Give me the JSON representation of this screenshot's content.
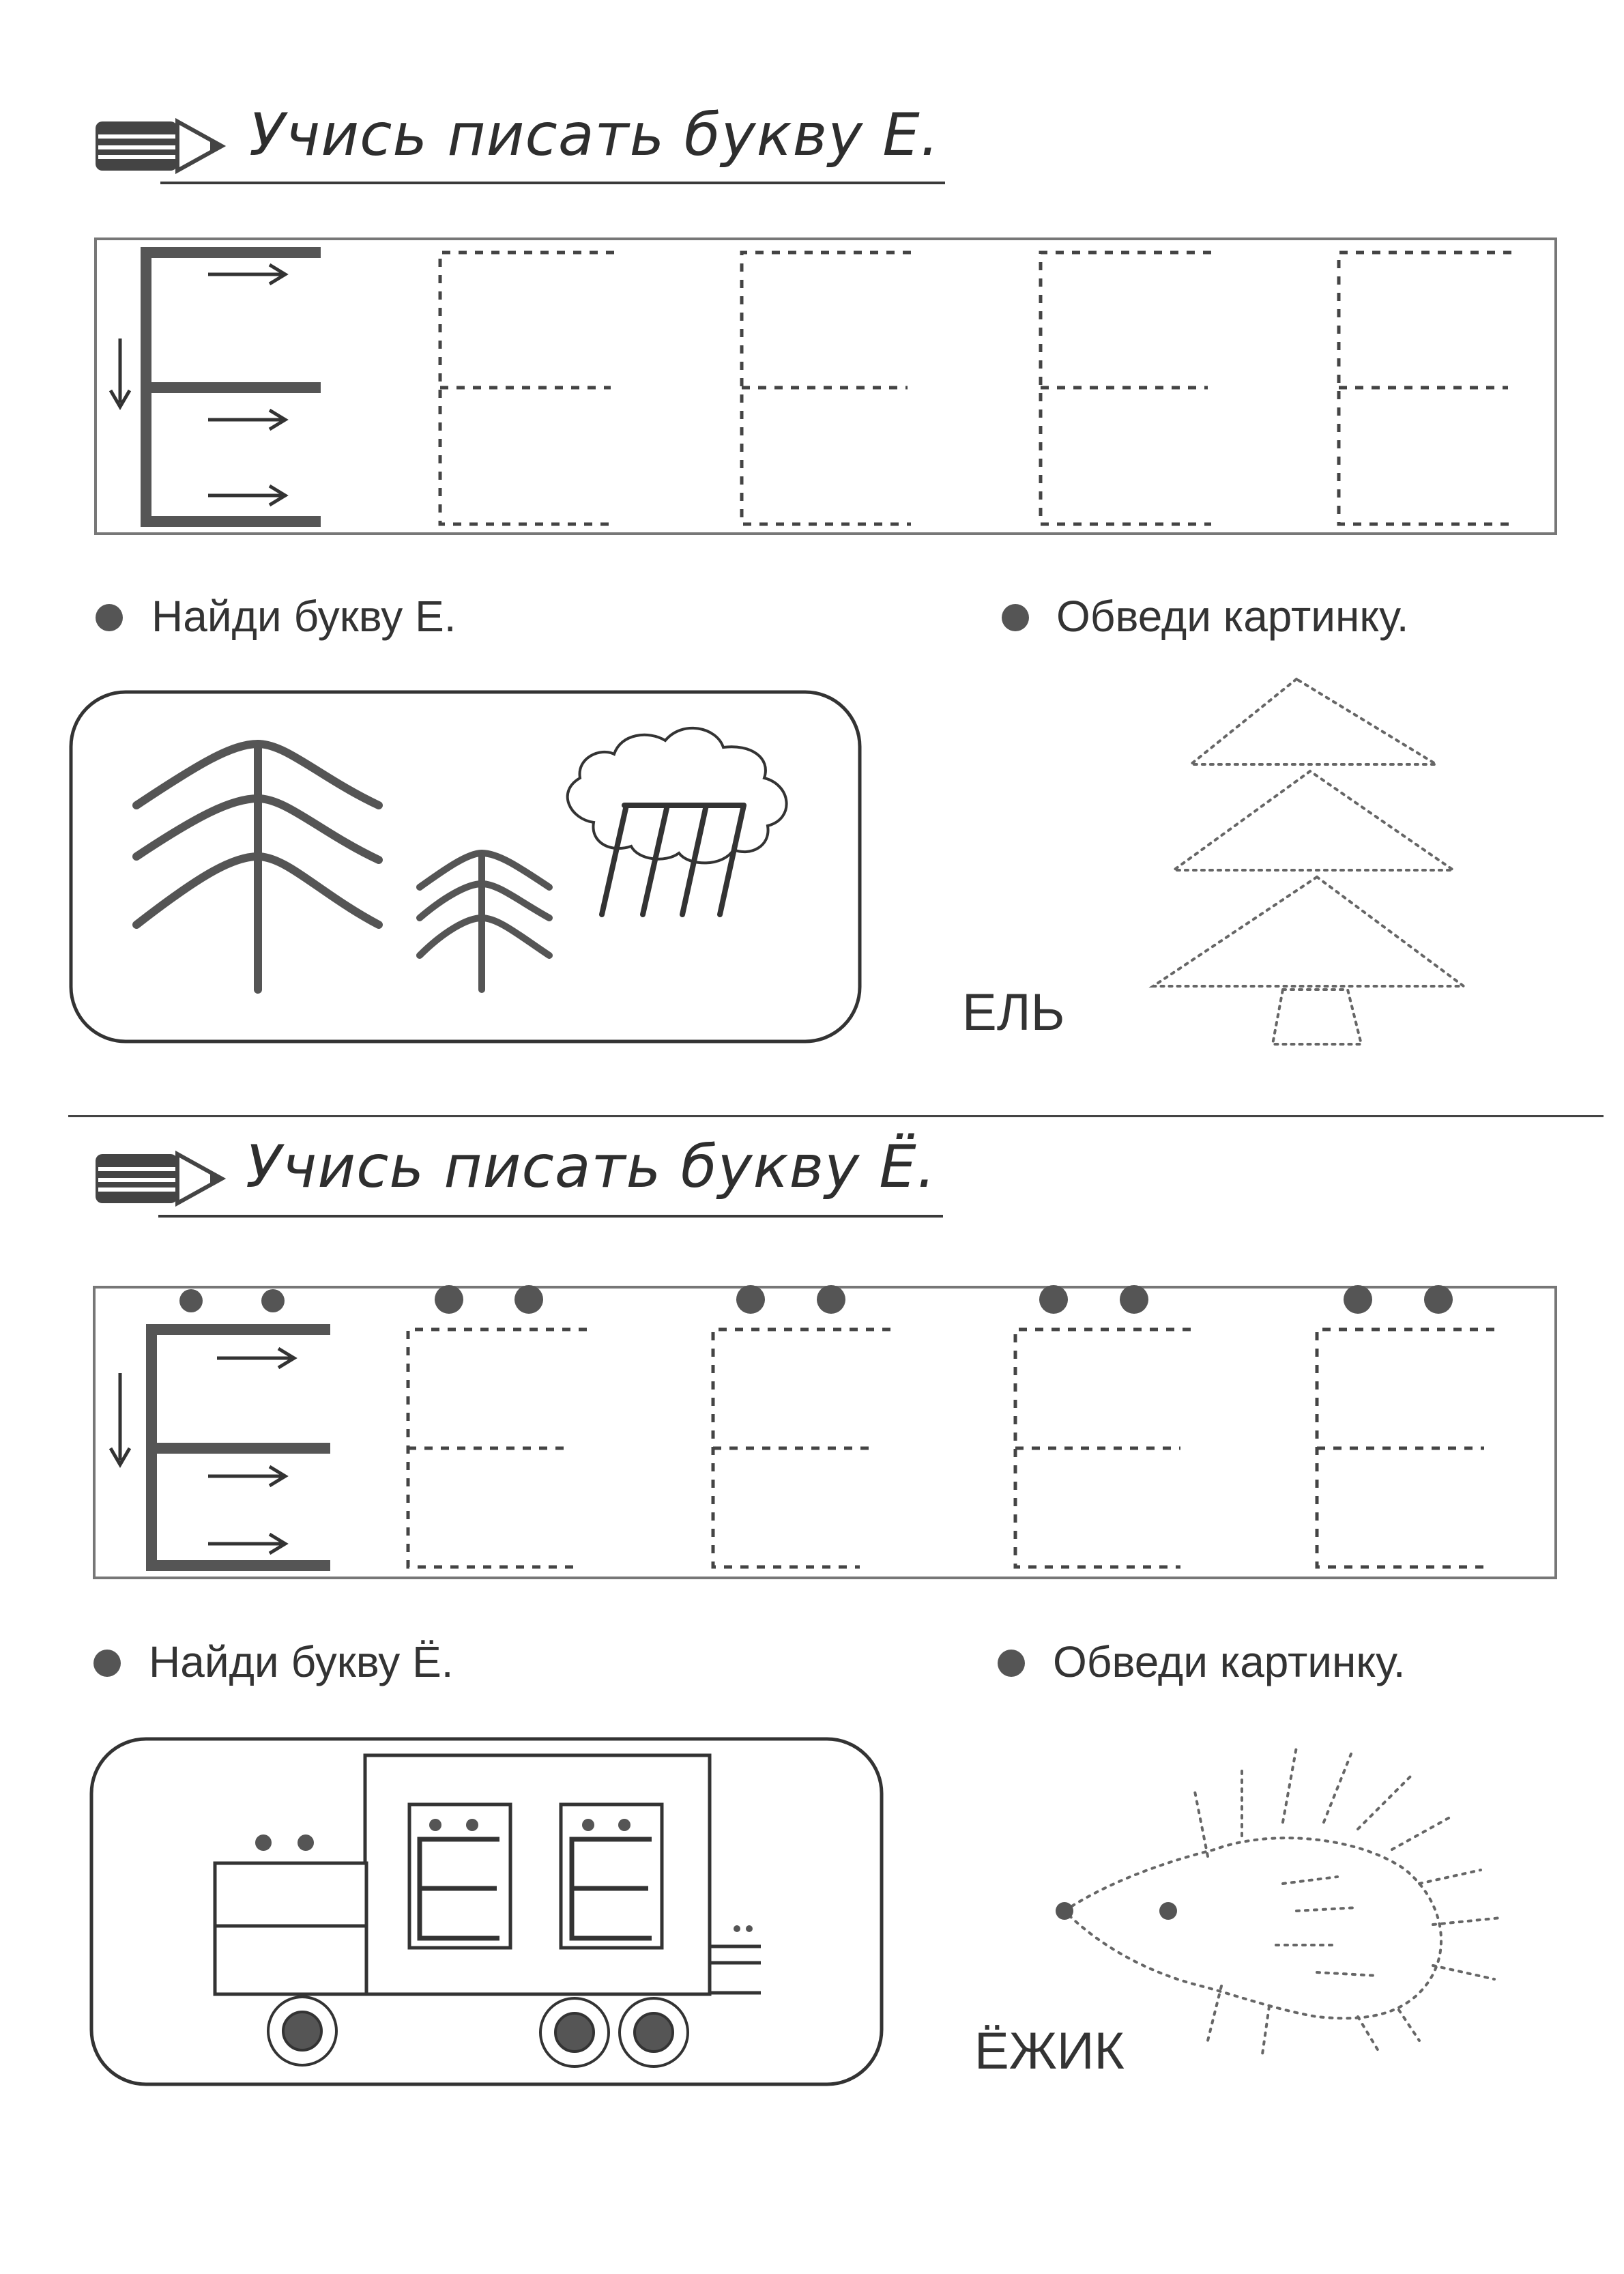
{
  "section_e": {
    "title": "Учись писать букву Е.",
    "find_label": "Найди букву Е.",
    "trace_label": "Обведи картинку.",
    "word": "ЕЛЬ"
  },
  "section_yo": {
    "title": "Учись писать букву Ё.",
    "find_label": "Найди букву Ё.",
    "trace_label": "Обведи картинку.",
    "word": "ЁЖИК"
  },
  "colors": {
    "ink": "#3a3a3a",
    "dot": "#555555"
  },
  "icons": [
    "pencil-icon"
  ]
}
